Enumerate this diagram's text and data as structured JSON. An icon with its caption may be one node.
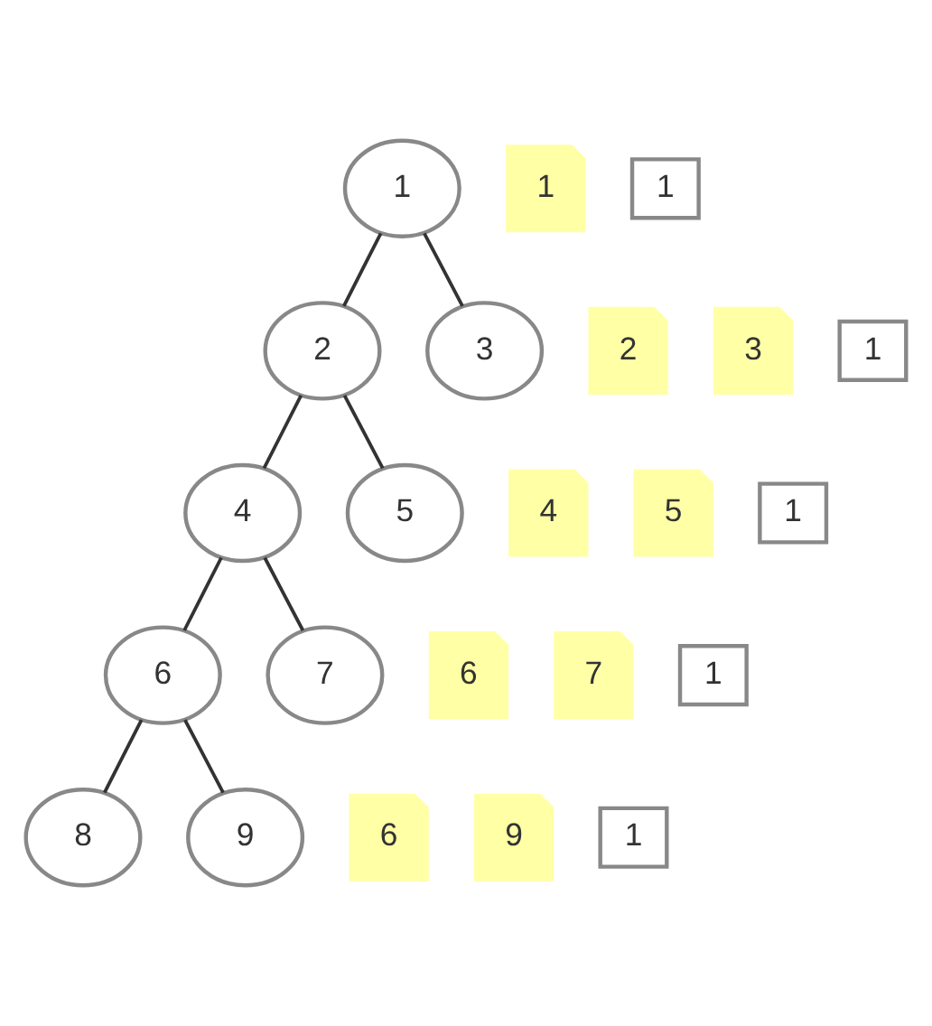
{
  "diagram": {
    "nodes": [
      {
        "text": [
          "1"
        ]
      },
      {
        "text": [
          "2"
        ]
      },
      {
        "text": [
          "3"
        ]
      },
      {
        "text": [
          "4"
        ]
      },
      {
        "text": [
          "5"
        ]
      },
      {
        "text": [
          "6"
        ]
      },
      {
        "text": [
          "7"
        ]
      },
      {
        "text": [
          "8"
        ]
      },
      {
        "text": [
          "9"
        ]
      },
      {
        "text": [
          "1"
        ]
      },
      {
        "text": [
          "2"
        ]
      },
      {
        "text": [
          "3"
        ]
      },
      {
        "text": [
          "4"
        ]
      },
      {
        "text": [
          "5"
        ]
      },
      {
        "text": [
          "6"
        ]
      },
      {
        "text": [
          "7"
        ]
      },
      {
        "text": [
          "6"
        ]
      },
      {
        "text": [
          "9"
        ]
      },
      {
        "text": [
          "1"
        ]
      },
      {
        "text": [
          "1"
        ]
      },
      {
        "text": [
          "1"
        ]
      },
      {
        "text": [
          "1"
        ]
      },
      {
        "text": [
          "1"
        ]
      }
    ],
    "edges": [
      {
        "from": 0,
        "to": 1,
        "arrow": "none"
      },
      {
        "from": 0,
        "to": 2,
        "arrow": "none"
      },
      {
        "from": 1,
        "to": 3,
        "arrow": "none"
      },
      {
        "from": 1,
        "to": 4,
        "arrow": "none"
      },
      {
        "from": 3,
        "to": 5,
        "arrow": "none"
      },
      {
        "from": 3,
        "to": 6,
        "arrow": "none"
      },
      {
        "from": 5,
        "to": 7,
        "arrow": "none"
      },
      {
        "from": 5,
        "to": 8,
        "arrow": "none"
      }
    ]
  }
}
